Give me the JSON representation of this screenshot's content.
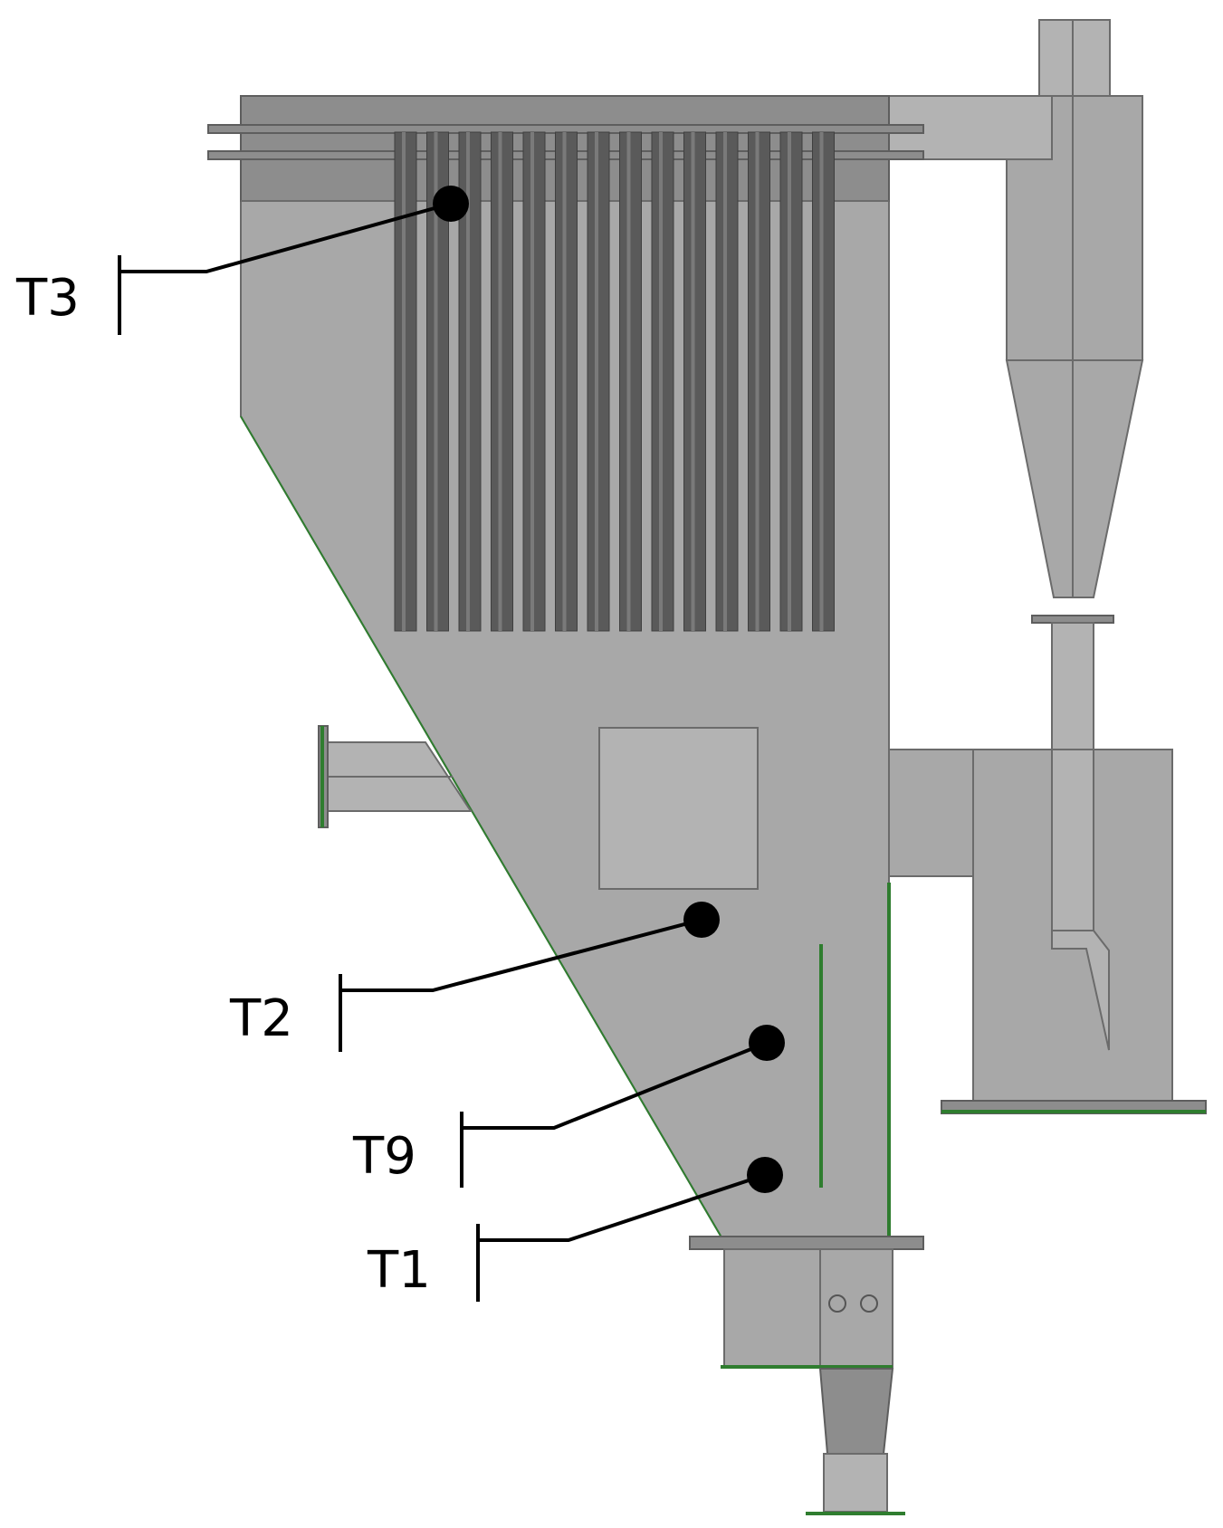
{
  "sensors": [
    {
      "id": "t3",
      "label": "T3"
    },
    {
      "id": "t2",
      "label": "T2"
    },
    {
      "id": "t9",
      "label": "T9"
    },
    {
      "id": "t1",
      "label": "T1"
    }
  ],
  "colors": {
    "body": "#a8a8a8",
    "filter_tubes": "#5a5a5a",
    "flange_highlight": "#2f7d2f",
    "sensor_marker": "#000000"
  }
}
